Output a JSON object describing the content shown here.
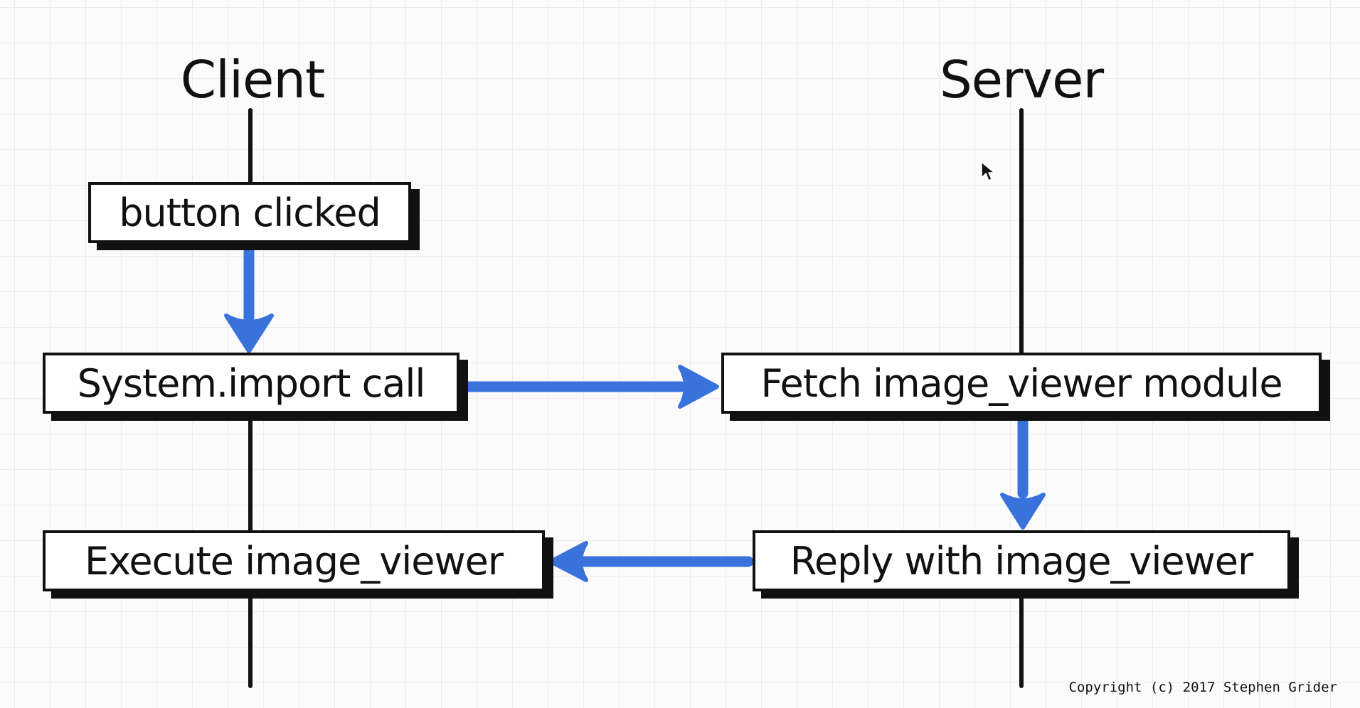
{
  "lanes": {
    "client": "Client",
    "server": "Server"
  },
  "steps": {
    "button_clicked": "button clicked",
    "system_import": "System.import call",
    "fetch_module": "Fetch image_viewer module",
    "reply_module": "Reply with image_viewer",
    "execute_module": "Execute image_viewer"
  },
  "footer": {
    "copyright": "Copyright (c) 2017 Stephen Grider"
  },
  "colors": {
    "arrow": "#3a72dc",
    "ink": "#111111"
  }
}
